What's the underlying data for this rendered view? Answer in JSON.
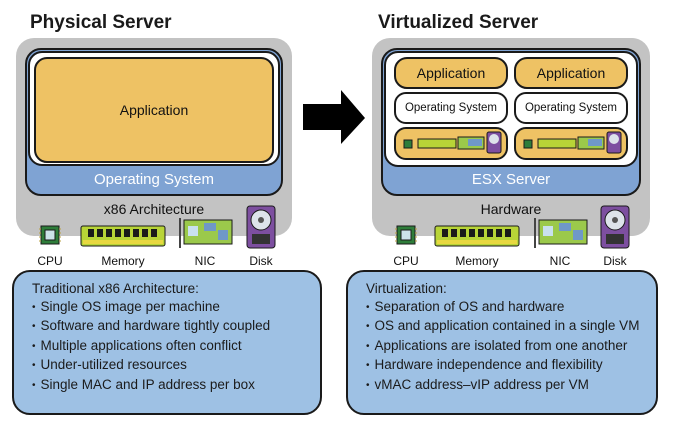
{
  "physical": {
    "title": "Physical Server",
    "application": "Application",
    "os": "Operating System",
    "hardware_label": "x86 Architecture",
    "devices": [
      {
        "label": "CPU",
        "icon": "cpu-icon"
      },
      {
        "label": "Memory",
        "icon": "memory-icon"
      },
      {
        "label": "NIC",
        "icon": "nic-icon"
      },
      {
        "label": "Disk",
        "icon": "disk-icon"
      }
    ],
    "note": {
      "heading": "Traditional x86 Architecture:",
      "items": [
        "Single OS image per machine",
        "Software and hardware tightly coupled",
        "Multiple applications often conflict",
        "Under-utilized resources",
        "Single MAC and IP address per box"
      ]
    }
  },
  "arrow": {
    "icon": "right-arrow-icon"
  },
  "virtualized": {
    "title": "Virtualized Server",
    "vms": [
      {
        "application": "Application",
        "os": "Operating System"
      },
      {
        "application": "Application",
        "os": "Operating System"
      }
    ],
    "hypervisor": "ESX Server",
    "hardware_label": "Hardware",
    "devices": [
      {
        "label": "CPU",
        "icon": "cpu-icon"
      },
      {
        "label": "Memory",
        "icon": "memory-icon"
      },
      {
        "label": "NIC",
        "icon": "nic-icon"
      },
      {
        "label": "Disk",
        "icon": "disk-icon"
      }
    ],
    "note": {
      "heading": "Virtualization:",
      "items": [
        "Separation of OS and hardware",
        "OS and application contained in a single VM",
        "Applications are isolated from one another",
        "Hardware independence and flexibility",
        "vMAC address–vIP address per VM"
      ]
    }
  },
  "colors": {
    "application": "#eec264",
    "os_layer": "#7fa3d3",
    "chassis": "#c3c3c3",
    "note_bg": "#9ec1e4"
  }
}
